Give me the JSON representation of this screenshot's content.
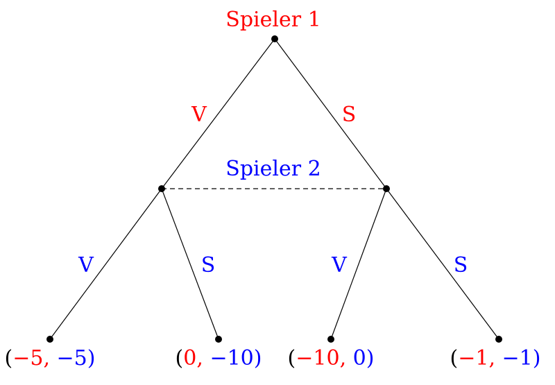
{
  "colors": {
    "player1": "#ff0000",
    "player2": "#0000ff",
    "edge": "#000000"
  },
  "players": {
    "p1": "Spieler 1",
    "p2": "Spieler 2"
  },
  "edges": {
    "root_left": "V",
    "root_right": "S",
    "left_left": "V",
    "left_right": "S",
    "right_left": "V",
    "right_right": "S"
  },
  "payoffs": [
    {
      "p1": "−5",
      "p2": "−5"
    },
    {
      "p1": "0",
      "p2": "−10"
    },
    {
      "p1": "−10",
      "p2": "0"
    },
    {
      "p1": "−1",
      "p2": "−1"
    }
  ],
  "punct": {
    "open": "(",
    "comma": ",",
    "close": ")"
  }
}
